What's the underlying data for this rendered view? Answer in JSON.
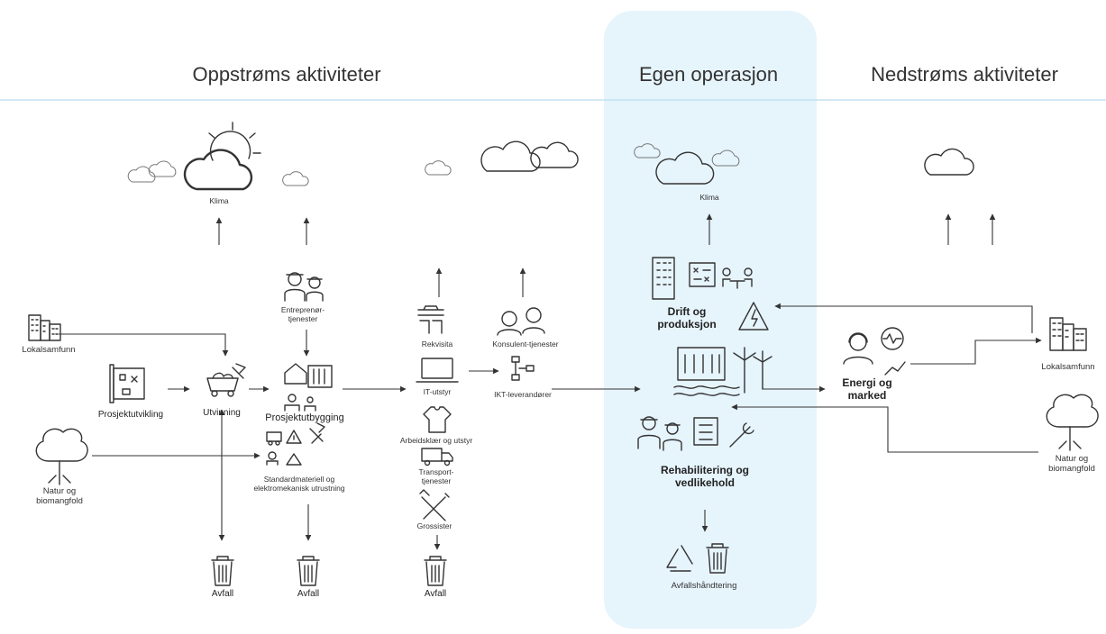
{
  "headers": {
    "upstream": "Oppstrøms aktiviteter",
    "own": "Egen operasjon",
    "downstream": "Nedstrøms aktiviteter"
  },
  "labels": {
    "klima_upstream": "Klima",
    "lokalsamfunn_left": "Lokalsamfunn",
    "prosjektutvikling": "Prosjektutvikling",
    "utvinning": "Utvinning",
    "prosjektutbygging": "Prosjektutbygging",
    "entreprenor": "Entreprenør-\ntjenester",
    "standardmateriell": "Standardmateriell og\nelektromekanisk utrustning",
    "natur_left": "Natur og\nbiomangfold",
    "avfall_1": "Avfall",
    "avfall_2": "Avfall",
    "avfall_3": "Avfall",
    "rekvisita": "Rekvisita",
    "it_utstyr": "IT-utstyr",
    "arbeidsklaer": "Arbeidsklær og utstyr",
    "transport": "Transport-\ntjenester",
    "grossister": "Grossister",
    "konsulent": "Konsulent-tjenester",
    "ikt": "IKT-leverandører",
    "klima_own": "Klima",
    "drift": "Drift og\nproduksjon",
    "rehab": "Rehabilitering og\nvedlikehold",
    "avfallshandtering": "Avfallshåndtering",
    "energi": "Energi og\nmarked",
    "lokalsamfunn_right": "Lokalsamfunn",
    "natur_right": "Natur og\nbiomangfold"
  },
  "colors": {
    "highlight": "#e6f4fc",
    "divider": "#b9dced",
    "stroke": "#333333"
  }
}
